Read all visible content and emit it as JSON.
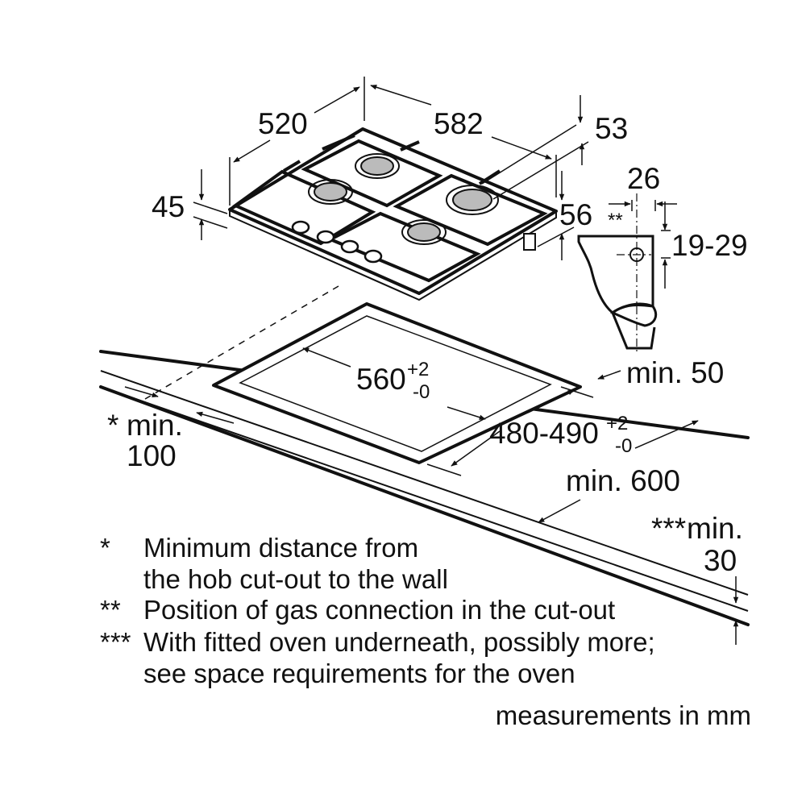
{
  "dimensions": {
    "depth": "520",
    "width": "582",
    "top_clearance": "53",
    "height": "45",
    "connection_height": "56",
    "connection_offset": "26",
    "connection_vertical": "19-29",
    "connection_marker": "**",
    "cutout_width": {
      "value": "560",
      "tol_plus": "+2",
      "tol_minus": "-0"
    },
    "cutout_depth": {
      "value": "480-490",
      "tol_plus": "+2",
      "tol_minus": "-0"
    },
    "front_edge": "min. 50",
    "worktop_depth": "min. 600",
    "wall_distance": {
      "marker": "*",
      "line1": "min.",
      "line2": "100"
    },
    "oven_clearance": {
      "marker": "***",
      "line1": "min.",
      "line2": "30"
    }
  },
  "notes": [
    {
      "marker": "*",
      "lines": [
        "Minimum distance from",
        "the hob cut-out to the wall"
      ]
    },
    {
      "marker": "**",
      "lines": [
        "Position of gas connection in the cut-out"
      ]
    },
    {
      "marker": "***",
      "lines": [
        "With fitted oven underneath, possibly more;",
        "see space requirements for the oven"
      ]
    }
  ],
  "units_note": "measurements in mm"
}
